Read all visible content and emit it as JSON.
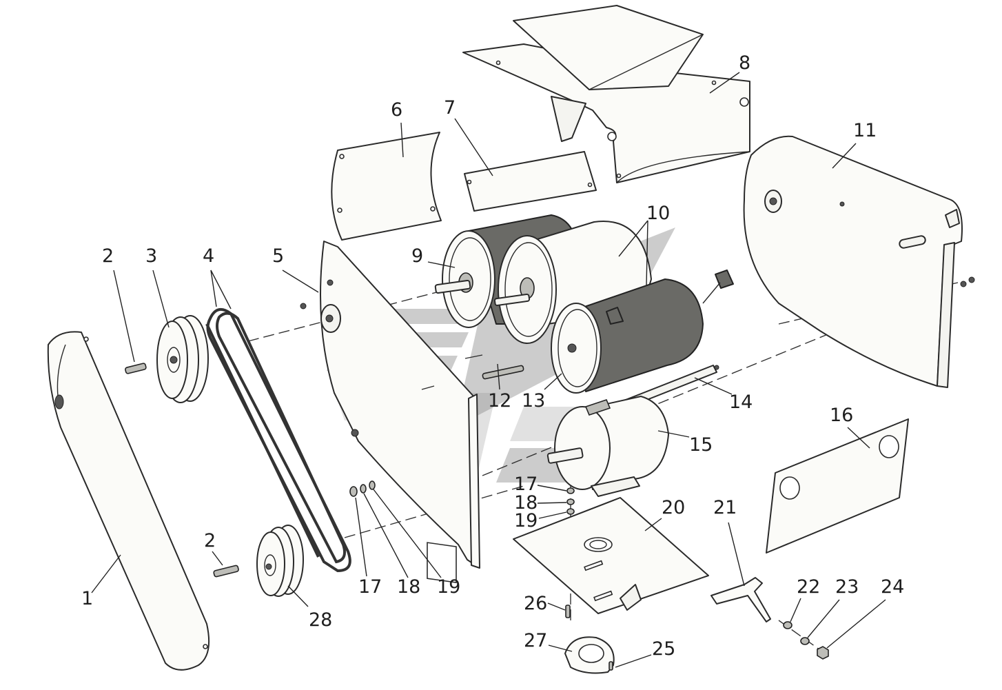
{
  "diagram": {
    "parts": [
      {
        "number": "1"
      },
      {
        "number": "2"
      },
      {
        "number": "3"
      },
      {
        "number": "4"
      },
      {
        "number": "5"
      },
      {
        "number": "6"
      },
      {
        "number": "7"
      },
      {
        "number": "8"
      },
      {
        "number": "9"
      },
      {
        "number": "10"
      },
      {
        "number": "11"
      },
      {
        "number": "12"
      },
      {
        "number": "13"
      },
      {
        "number": "14"
      },
      {
        "number": "15"
      },
      {
        "number": "16"
      },
      {
        "number": "17"
      },
      {
        "number": "18"
      },
      {
        "number": "19"
      },
      {
        "number": "20"
      },
      {
        "number": "21"
      },
      {
        "number": "22"
      },
      {
        "number": "23"
      },
      {
        "number": "24"
      },
      {
        "number": "25"
      },
      {
        "number": "26"
      },
      {
        "number": "27"
      },
      {
        "number": "28"
      }
    ],
    "colors": {
      "outline": "#2a2a2a",
      "roller_body": "#6a6a66",
      "sheet_metal": "#fbfbf8",
      "watermark": "#8f8f8f"
    }
  }
}
